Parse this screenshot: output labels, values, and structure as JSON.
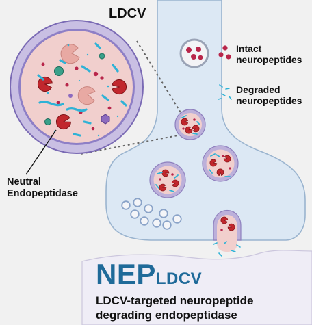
{
  "labels": {
    "ldcv": "LDCV",
    "intact_line1": "Intact",
    "intact_line2": "neuropeptides",
    "degraded_line1": "Degraded",
    "degraded_line2": "neuropeptides",
    "enzyme_line1": "Neutral",
    "enzyme_line2": "Endopeptidase"
  },
  "title": {
    "main": "NEP",
    "subscript": "LDCV"
  },
  "subtitle": {
    "line1": "LDCV-targeted neuropeptide",
    "line2": "degrading endopeptidase"
  },
  "colors": {
    "neuron_fill": "#dce8f4",
    "neuron_outline": "#9ab4cf",
    "vesicle_membrane": "#8a7bbf",
    "vesicle_lumen": "#efc8c6",
    "nep_enzyme": "#c1272d",
    "neuropeptide": "#b8254a",
    "degraded_fragment": "#2fb2d6",
    "title_blue": "#1f6a99",
    "postsynaptic": "#efedf6"
  }
}
